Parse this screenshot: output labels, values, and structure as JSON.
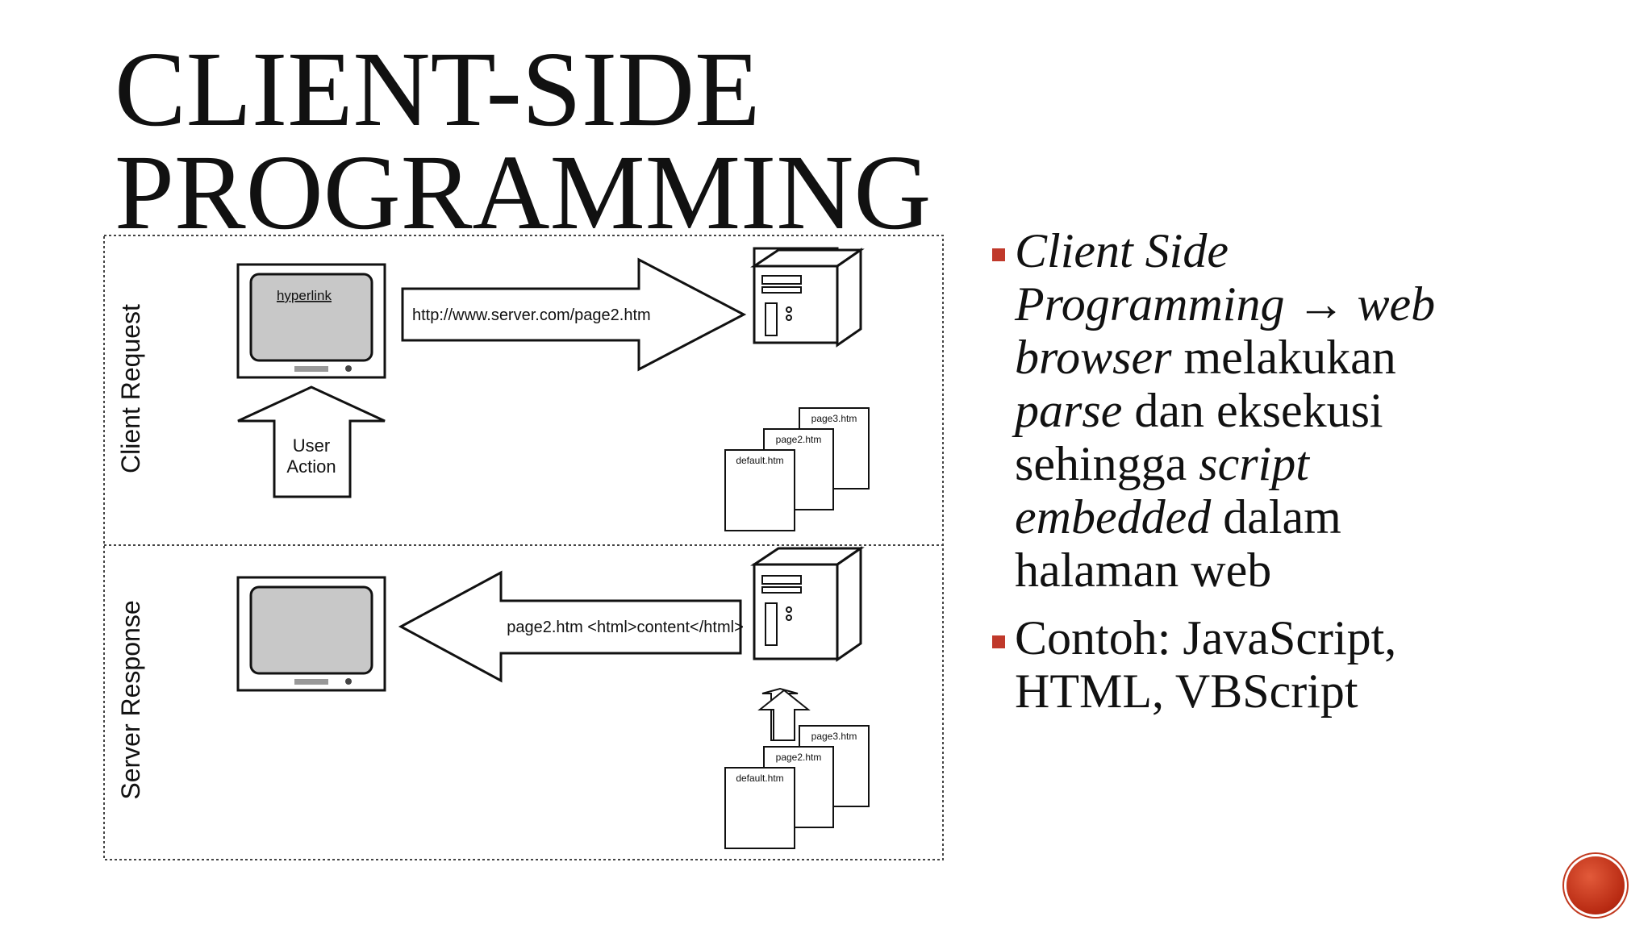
{
  "title": {
    "line1": "Client-Side",
    "line2": "Programming"
  },
  "diagram": {
    "client_request_label": "Client Request",
    "server_response_label": "Server Response",
    "hyperlink_label": "hyperlink",
    "request_url": "http://www.server.com/page2.htm",
    "user_action_line1": "User",
    "user_action_line2": "Action",
    "response_text": "page2.htm <html>content</html>",
    "file_page3": "page3.htm",
    "file_page2": "page2.htm",
    "file_default": "default.htm"
  },
  "bullets": {
    "b1_part1": "Client Side Programming",
    "b1_arrow": " → ",
    "b1_part2": "web browser",
    "b1_part3": " melakukan ",
    "b1_part4": "parse",
    "b1_part5": " dan eksekusi sehingga ",
    "b1_part6": "script embedded",
    "b1_part7": " dalam halaman web",
    "b2": "Contoh: JavaScript, HTML, VBScript"
  },
  "colors": {
    "bullet_accent": "#c0392b",
    "nav_button": "#c13a20"
  },
  "icons": [
    "monitor-icon",
    "server-tower-icon",
    "document-stack-icon",
    "arrow-right-icon",
    "arrow-left-icon",
    "arrow-up-icon",
    "nav-button-icon"
  ]
}
